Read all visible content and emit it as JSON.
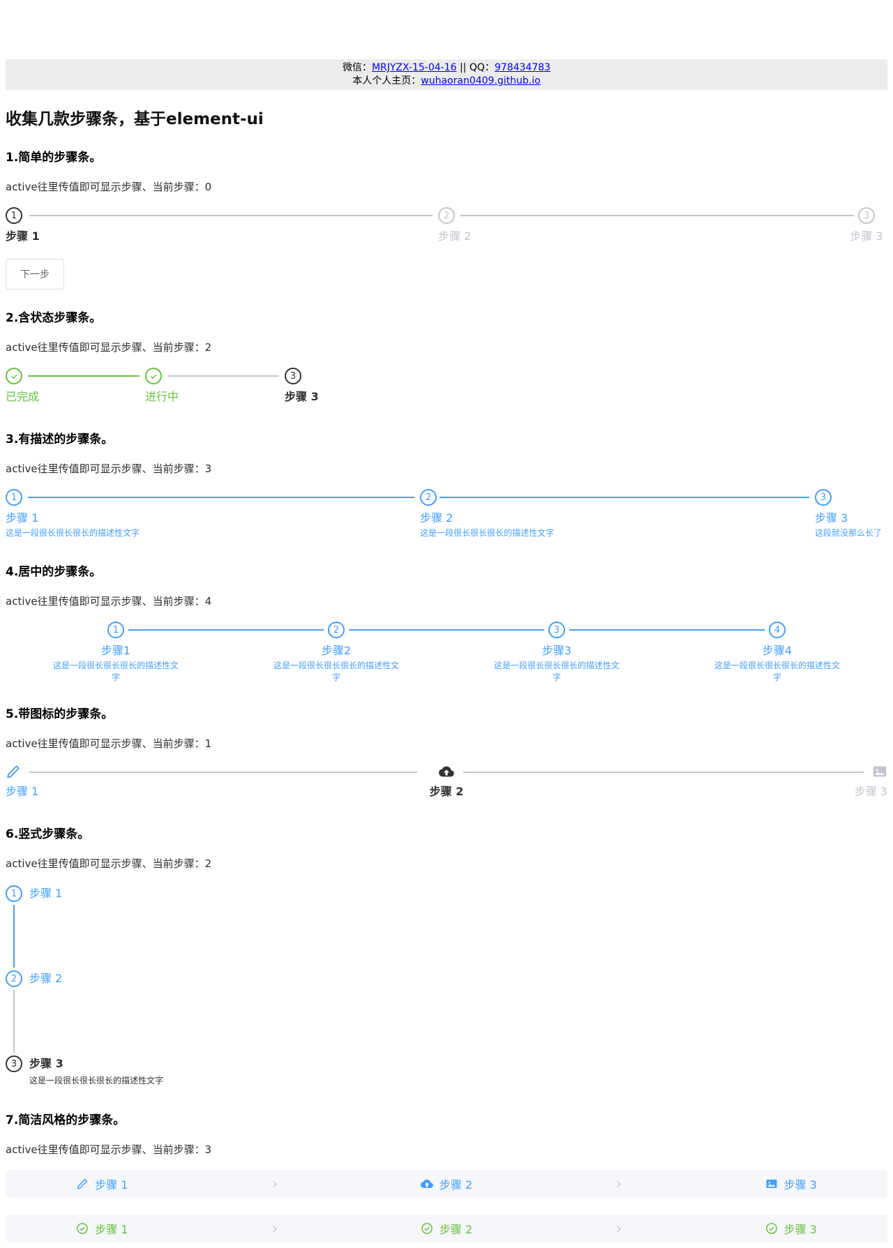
{
  "colors": {
    "primary_finish": "#409EFF",
    "success_green": "#67C23A",
    "process_dark": "#303133",
    "wait_gray": "#C0C4CC",
    "simple_bar_bg": "#F5F7FA",
    "banner_bg": "#ECECEC",
    "link_blue": "#0000EE"
  },
  "header": {
    "wechat_label": "微信：",
    "wechat_link": "MRJYZX-15-04-16",
    "qq_label": " || QQ：",
    "qq_link": "978434783",
    "homepage_label": "本人个人主页：",
    "homepage_link": "wuhaoran0409.github.io"
  },
  "page_title": "收集几款步骤条，基于element-ui",
  "sections": {
    "s1": {
      "heading": "1.简单的步骤条。",
      "intro": "active往里传值即可显示步骤、当前步骤：0",
      "button": "下一步",
      "steps": [
        {
          "num": "1",
          "title": "步骤 1",
          "status": "process"
        },
        {
          "num": "2",
          "title": "步骤 2",
          "status": "wait"
        },
        {
          "num": "3",
          "title": "步骤 3",
          "status": "wait"
        }
      ]
    },
    "s2": {
      "heading": "2.含状态步骤条。",
      "intro": "active往里传值即可显示步骤、当前步骤：2",
      "steps": [
        {
          "icon": "check",
          "title": "已完成",
          "status": "success"
        },
        {
          "icon": "check",
          "title": "进行中",
          "status": "success"
        },
        {
          "num": "3",
          "title": "步骤 3",
          "status": "process"
        }
      ]
    },
    "s3": {
      "heading": "3.有描述的步骤条。",
      "intro": "active往里传值即可显示步骤、当前步骤：3",
      "steps": [
        {
          "num": "1",
          "title": "步骤 1",
          "description": "这是一段很长很长很长的描述性文字",
          "status": "finish"
        },
        {
          "num": "2",
          "title": "步骤 2",
          "description": "这是一段很长很长很长的描述性文字",
          "status": "finish"
        },
        {
          "num": "3",
          "title": "步骤 3",
          "description": "这段就没那么长了",
          "status": "finish"
        }
      ]
    },
    "s4": {
      "heading": "4.居中的步骤条。",
      "intro": "active往里传值即可显示步骤、当前步骤：4",
      "steps": [
        {
          "num": "1",
          "title": "步骤1",
          "description": "这是一段很长很长很长的描述性文字",
          "status": "finish"
        },
        {
          "num": "2",
          "title": "步骤2",
          "description": "这是一段很长很长很长的描述性文字",
          "status": "finish"
        },
        {
          "num": "3",
          "title": "步骤3",
          "description": "这是一段很长很长很长的描述性文字",
          "status": "finish"
        },
        {
          "num": "4",
          "title": "步骤4",
          "description": "这是一段很长很长很长的描述性文字",
          "status": "finish"
        }
      ]
    },
    "s5": {
      "heading": "5.带图标的步骤条。",
      "intro": "active往里传值即可显示步骤、当前步骤：1",
      "steps": [
        {
          "icon": "edit",
          "title": "步骤 1",
          "status": "finish"
        },
        {
          "icon": "upload",
          "title": "步骤 2",
          "status": "process"
        },
        {
          "icon": "picture",
          "title": "步骤 3",
          "status": "wait"
        }
      ]
    },
    "s6": {
      "heading": "6.竖式步骤条。",
      "intro": "active往里传值即可显示步骤、当前步骤：2",
      "steps": [
        {
          "num": "1",
          "title": "步骤 1",
          "status": "finish"
        },
        {
          "num": "2",
          "title": "步骤 2",
          "status": "finish"
        },
        {
          "num": "3",
          "title": "步骤 3",
          "description": "这是一段很长很长很长的描述性文字",
          "status": "process"
        }
      ]
    },
    "s7": {
      "heading": "7.简洁风格的步骤条。",
      "intro": "active往里传值即可显示步骤、当前步骤：3",
      "simple_primary": [
        {
          "icon": "edit",
          "title": "步骤 1"
        },
        {
          "icon": "upload",
          "title": "步骤 2"
        },
        {
          "icon": "picture",
          "title": "步骤 3"
        }
      ],
      "simple_success": [
        {
          "icon": "circle-check",
          "title": "步骤 1"
        },
        {
          "icon": "circle-check",
          "title": "步骤 2"
        },
        {
          "icon": "circle-check",
          "title": "步骤 3"
        }
      ]
    }
  }
}
